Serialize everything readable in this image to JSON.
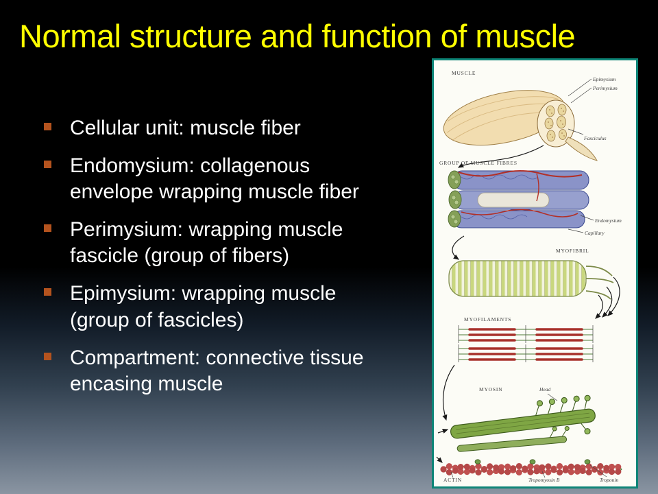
{
  "slide": {
    "title": "Normal structure and function of muscle",
    "bullets": [
      "Cellular unit: muscle fiber",
      "Endomysium: collagenous envelope wrapping muscle fiber",
      "Perimysium: wrapping muscle fascicle (group of fibers)",
      "Epimysium: wrapping muscle (group of fascicles)",
      "Compartment: connective tissue encasing muscle"
    ]
  },
  "figure": {
    "labels": {
      "muscle": "MUSCLE",
      "epimysium": "Epimysium",
      "perimysium": "Perimysium",
      "fasciculus": "Fasciculus",
      "group_of_muscle_fibres": "GROUP OF MUSCLE FIBRES",
      "endomysium": "Endomysium",
      "capillary": "Capillary",
      "myofibril": "MYOFIBRIL",
      "myofilaments": "MYOFILAMENTS",
      "myosin": "MYOSIN",
      "head": "Head",
      "actin": "ACTIN",
      "tropomyosin_b": "Tropomyosin B",
      "troponin": "Troponin"
    }
  },
  "colors": {
    "title_yellow": "#ffff00",
    "bullet_orange": "#b4531e",
    "panel_border_teal": "#0e8577"
  }
}
